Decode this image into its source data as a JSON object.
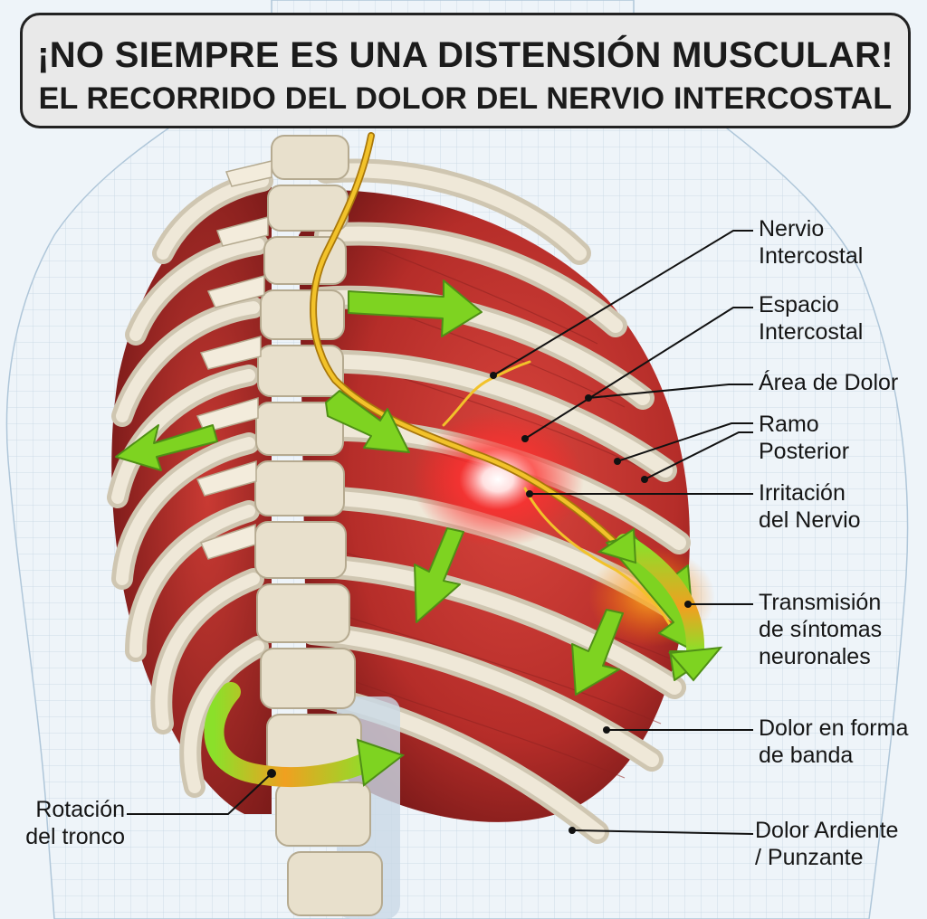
{
  "title": {
    "line1": "¡NO SIEMPRE ES UNA DISTENSIÓN MUSCULAR!",
    "line2": "EL RECORRIDO DEL DOLOR DEL NERVIO INTERCOSTAL"
  },
  "labels": {
    "nervio_intercostal": [
      "Nervio",
      "Intercostal"
    ],
    "espacio_intercostal": [
      "Espacio",
      "Intercostal"
    ],
    "area_dolor": [
      "Área de Dolor"
    ],
    "ramo_posterior": [
      "Ramo",
      "Posterior"
    ],
    "irritacion_nervio": [
      "Irritación",
      "del Nervio"
    ],
    "transmision": [
      "Transmisión",
      "de síntomas",
      "neuronales"
    ],
    "dolor_banda": [
      "Dolor en forma",
      "de banda"
    ],
    "dolor_ardiente": [
      "Dolor Ardiente",
      "/ Punzante"
    ],
    "rotacion_tronco": [
      "Rotación",
      "del tronco"
    ]
  },
  "colors": {
    "background": "#eef4f9",
    "muscle": "#b8322e",
    "bone": "#e9e1cf",
    "nerve": "#e8b418",
    "arrow": "#7ed321",
    "pain_glow": "#ff2a2a"
  }
}
